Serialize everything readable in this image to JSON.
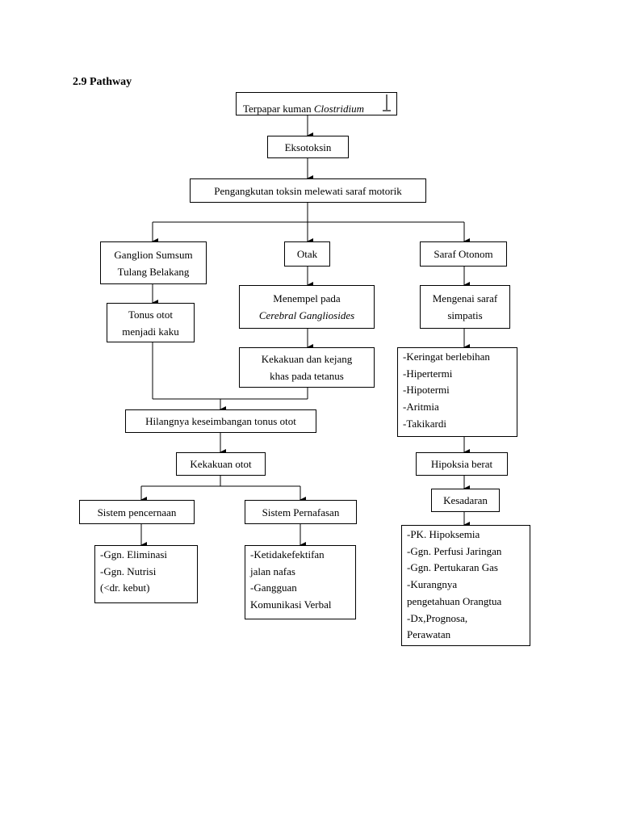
{
  "heading": "2.9 Pathway",
  "top_box": {
    "text": "Terpapar kuman ",
    "italic": "Clostridium"
  },
  "eksotoksin": "Eksotoksin",
  "pengangkutan": "Pengangkutan toksin melewati saraf motorik",
  "ganglion": [
    "Ganglion Sumsum",
    "Tulang Belakang"
  ],
  "otak": "Otak",
  "saraf_otonom": "Saraf Otonom",
  "tonus_otot": [
    "Tonus otot",
    "menjadi kaku"
  ],
  "menempel": [
    "Menempel pada",
    "Cerebral Gangliosides"
  ],
  "kekakuan_kejang": [
    "Kekakuan dan kejang",
    "khas pada tetanus"
  ],
  "mengenai_saraf": [
    "Mengenai saraf",
    "simpatis"
  ],
  "gejala_otonom": [
    "-Keringat berlebihan",
    "-Hipertermi",
    "-Hipotermi",
    "-Aritmia",
    "-Takikardi"
  ],
  "hilangnya": "Hilangnya keseimbangan tonus otot",
  "kekakuan_otot": "Kekakuan otot",
  "hipoksia": "Hipoksia berat",
  "kesadaran": "Kesadaran",
  "sistem_pencernaan": "Sistem pencernaan",
  "sistem_pernafasan": "Sistem Pernafasan",
  "dx_pencernaan": [
    "-Ggn. Eliminasi",
    "-Ggn. Nutrisi",
    "(<dr. kebut)"
  ],
  "dx_pernafasan": [
    "-Ketidakefektifan",
    "jalan nafas",
    "-Gangguan",
    "Komunikasi Verbal"
  ],
  "dx_kesadaran": [
    "-PK. Hipoksemia",
    "-Ggn. Perfusi Jaringan",
    "-Ggn. Pertukaran Gas",
    "-Kurangnya",
    "pengetahuan Orangtua",
    "-Dx,Prognosa,",
    "Perawatan"
  ]
}
